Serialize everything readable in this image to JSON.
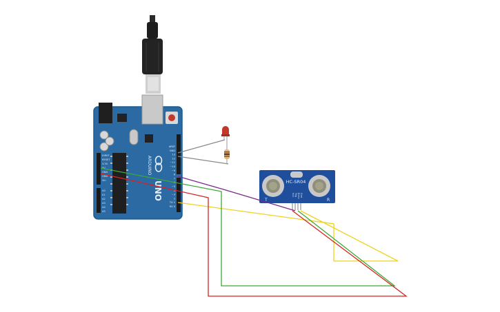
{
  "board": {
    "brand": "ARDUINO",
    "model": "UNO",
    "logo": "arduino-infinity-logo",
    "power_labels": [
      "IOREF",
      "RESET",
      "3.3V",
      "5V",
      "GND",
      "GND",
      "Vin"
    ],
    "analog_labels": [
      "A0",
      "A1",
      "A2",
      "A3",
      "A4",
      "A5"
    ],
    "digital_labels": [
      "AREF",
      "GND",
      "13",
      "12",
      "~11",
      "~10",
      "~9",
      "8",
      "7",
      "~6",
      "~5",
      "4",
      "~3",
      "2",
      "TX 1",
      "RX 0"
    ]
  },
  "sensor": {
    "model": "HC-SR04",
    "pin_labels": [
      "Vcc",
      "Trig",
      "Echo",
      "Gnd"
    ]
  },
  "components": {
    "led_color": "#c0392b",
    "resistor": "resistor"
  },
  "wires": [
    {
      "name": "wire-5v",
      "color": "#d4241f"
    },
    {
      "name": "wire-gnd",
      "color": "#3aa935"
    },
    {
      "name": "wire-trig",
      "color": "#7a2a8a"
    },
    {
      "name": "wire-echo",
      "color": "#f0d21d"
    },
    {
      "name": "wire-led",
      "color": "#8a8a8a"
    }
  ],
  "colors": {
    "board": "#2b6aa3",
    "sensor": "#1f4f9c"
  }
}
